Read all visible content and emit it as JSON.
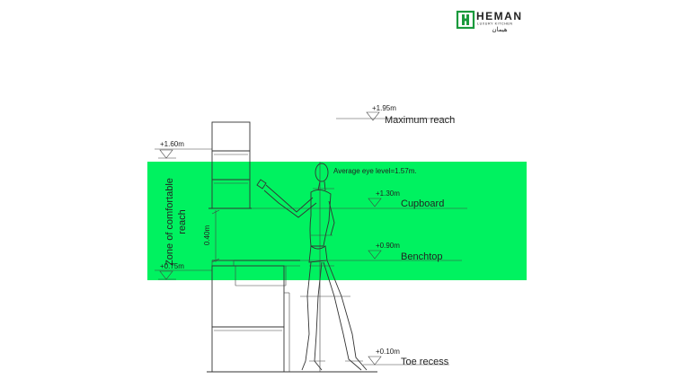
{
  "logo": {
    "name": "HEMAN",
    "tagline": "LUXURY KITCHEN",
    "tagline_fa": "هیمان",
    "brand_color": "#1a9a3c"
  },
  "zone": {
    "label_line1": "Zone of comfortable",
    "label_line2": "reach",
    "color": "#00f260"
  },
  "levels": {
    "maximum_reach": {
      "value": "+1.95m",
      "label": "Maximum reach"
    },
    "top": {
      "value": "+1.60m"
    },
    "cupboard": {
      "value": "+1.30m",
      "label": "Cupboard"
    },
    "benchtop": {
      "value": "+0.90m",
      "label": "Benchtop"
    },
    "bottom": {
      "value": "+0.75m"
    },
    "toe_recess": {
      "value": "+0.10m",
      "label": "Toe recess"
    }
  },
  "eye_level": "Average eye level=1.57m.",
  "gap_dimension": "0.40m"
}
